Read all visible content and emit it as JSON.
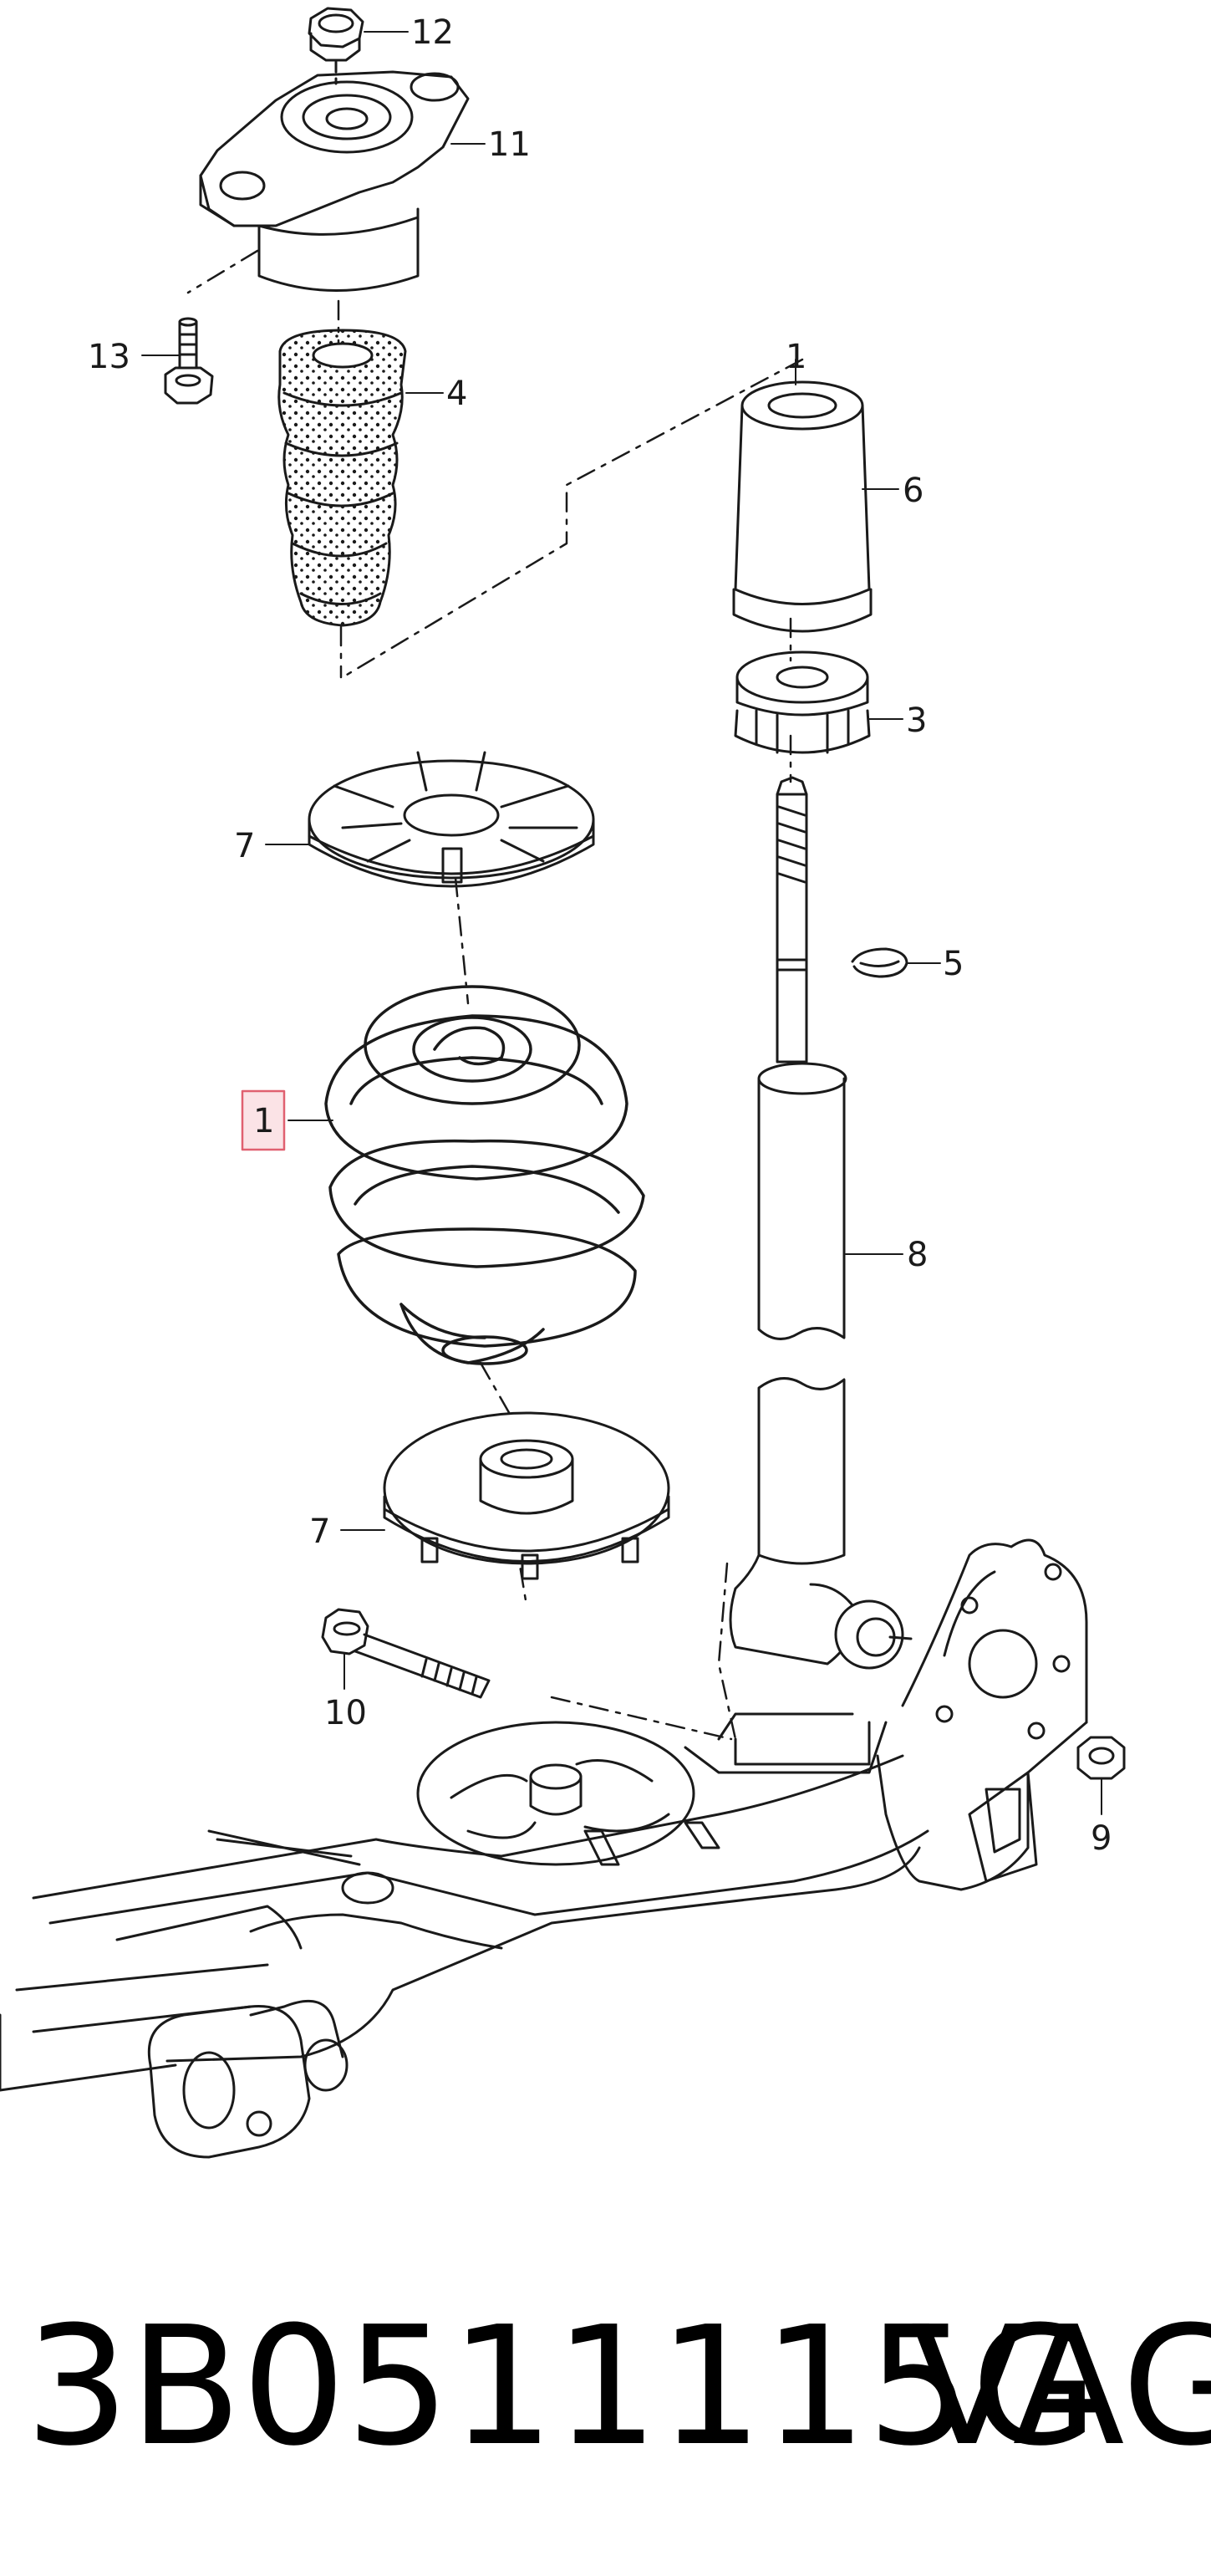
{
  "diagram": {
    "callouts": [
      {
        "id": "c12",
        "label": "12"
      },
      {
        "id": "c11",
        "label": "11"
      },
      {
        "id": "c13",
        "label": "13"
      },
      {
        "id": "c4",
        "label": "4"
      },
      {
        "id": "c1top",
        "label": "1"
      },
      {
        "id": "c6",
        "label": "6"
      },
      {
        "id": "c3",
        "label": "3"
      },
      {
        "id": "c7a",
        "label": "7"
      },
      {
        "id": "c5",
        "label": "5"
      },
      {
        "id": "c1",
        "label": "1"
      },
      {
        "id": "c8",
        "label": "8"
      },
      {
        "id": "c7b",
        "label": "7"
      },
      {
        "id": "c10",
        "label": "10"
      },
      {
        "id": "c9",
        "label": "9"
      }
    ],
    "highlighted_callout": "1",
    "highlight_color": "#e06070",
    "highlight_fill": "#fbe3e6",
    "line_color": "#1a1a1a"
  },
  "footer": {
    "part_number": "3B0511115G",
    "brand": "VAG"
  }
}
